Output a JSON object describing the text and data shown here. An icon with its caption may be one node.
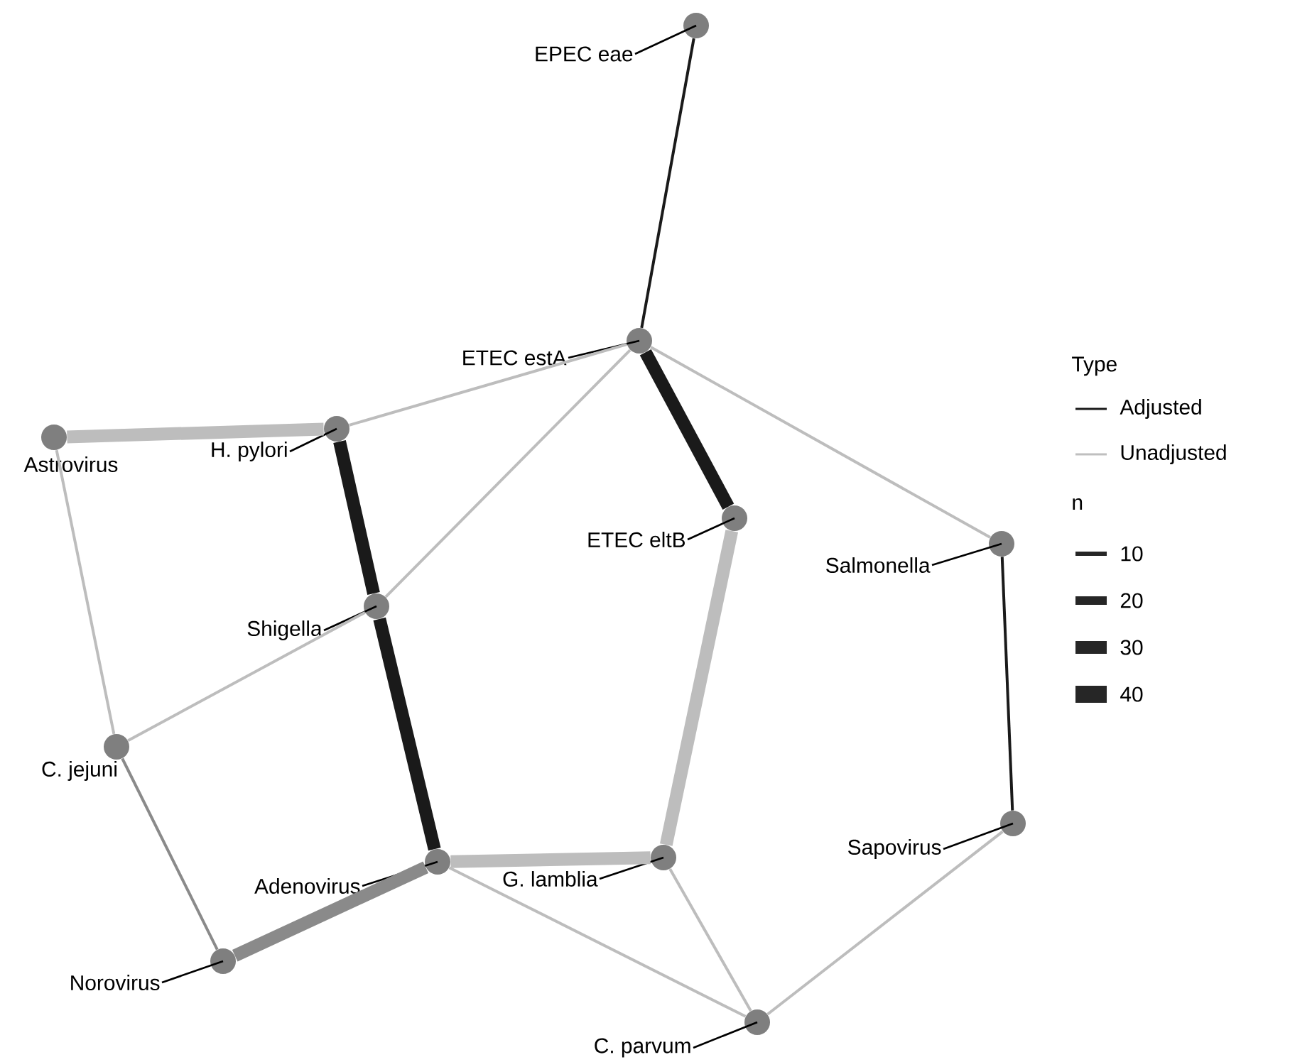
{
  "diagram": {
    "nodes": [
      {
        "text": [],
        "shape": "circle",
        "beside": [
          "EPEC eae"
        ]
      },
      {
        "text": [],
        "shape": "circle",
        "beside": [
          "ETEC estA"
        ]
      },
      {
        "text": [],
        "shape": "circle",
        "beside": [
          "H. pylori"
        ]
      },
      {
        "text": [],
        "shape": "circle",
        "beside": [
          "Astrovirus"
        ]
      },
      {
        "text": [],
        "shape": "circle",
        "beside": [
          "ETEC eltB"
        ]
      },
      {
        "text": [],
        "shape": "circle",
        "beside": [
          "Salmonella"
        ]
      },
      {
        "text": [],
        "shape": "circle",
        "beside": [
          "Shigella"
        ]
      },
      {
        "text": [],
        "shape": "circle",
        "beside": [
          "C. jejuni"
        ]
      },
      {
        "text": [],
        "shape": "circle",
        "beside": [
          "Sapovirus"
        ]
      },
      {
        "text": [],
        "shape": "circle",
        "beside": [
          "Adenovirus"
        ]
      },
      {
        "text": [],
        "shape": "circle",
        "beside": [
          "G. lamblia"
        ]
      },
      {
        "text": [],
        "shape": "circle",
        "beside": [
          "Norovirus"
        ]
      },
      {
        "text": [],
        "shape": "circle",
        "beside": [
          "C. parvum"
        ]
      }
    ],
    "edges": [
      {
        "from": 0,
        "to": 1,
        "arrow": "none",
        "color": "#1a1a1a"
      },
      {
        "from": 1,
        "to": 4,
        "arrow": "none",
        "color": "#1a1a1a",
        "style": "thick"
      },
      {
        "from": 1,
        "to": 2,
        "arrow": "none"
      },
      {
        "from": 1,
        "to": 6,
        "arrow": "none"
      },
      {
        "from": 1,
        "to": 5,
        "arrow": "none"
      },
      {
        "from": 3,
        "to": 2,
        "arrow": "none",
        "style": "thick"
      },
      {
        "from": 2,
        "to": 6,
        "arrow": "none",
        "color": "#1a1a1a",
        "style": "thick"
      },
      {
        "from": 6,
        "to": 9,
        "arrow": "none",
        "color": "#1a1a1a",
        "style": "thick"
      },
      {
        "from": 3,
        "to": 7,
        "arrow": "none"
      },
      {
        "from": 6,
        "to": 7,
        "arrow": "none"
      },
      {
        "from": 7,
        "to": 11,
        "arrow": "none",
        "color": "#8a8a8a"
      },
      {
        "from": 11,
        "to": 9,
        "arrow": "none",
        "color": "#8a8a8a",
        "style": "thick"
      },
      {
        "from": 9,
        "to": 10,
        "arrow": "none",
        "style": "thick"
      },
      {
        "from": 4,
        "to": 10,
        "arrow": "none",
        "style": "thick"
      },
      {
        "from": 5,
        "to": 8,
        "arrow": "none",
        "color": "#1a1a1a"
      },
      {
        "from": 8,
        "to": 12,
        "arrow": "none"
      },
      {
        "from": 10,
        "to": 12,
        "arrow": "none"
      },
      {
        "from": 9,
        "to": 12,
        "arrow": "none"
      }
    ],
    "labels": [
      "Type",
      "n"
    ],
    "legend": [
      {
        "text": "Adjusted"
      },
      {
        "text": "Unadjusted"
      },
      {
        "text": "10"
      },
      {
        "text": "20"
      },
      {
        "text": "30"
      },
      {
        "text": "40"
      }
    ]
  }
}
